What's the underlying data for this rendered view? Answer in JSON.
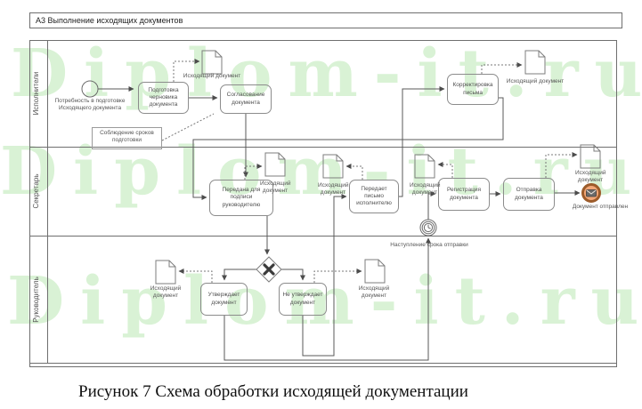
{
  "watermark": {
    "text": "Diplom-it.ru"
  },
  "diagram": {
    "title": "А3 Выполнение исходящих документов",
    "lanes": [
      {
        "label": "Исполнители"
      },
      {
        "label": "Секретарь"
      },
      {
        "label": "Руководитель"
      }
    ],
    "start_event_label": "Потребность в подготовке Исходящего документа",
    "tasks": [
      {
        "label": "Подготовка черновика документа"
      },
      {
        "label": "Согласование документа"
      },
      {
        "label": "Корректировка письма"
      },
      {
        "label": "Передана для подписи руководителю"
      },
      {
        "label": "Передает письмо исполнителю"
      },
      {
        "label": "Регистрация документа"
      },
      {
        "label": "Отправка документа"
      },
      {
        "label": "Утверждает документ"
      },
      {
        "label": "Не утверждает документ"
      }
    ],
    "data_object_label": "Исходящий документ",
    "annotation_label": "Соблюдение сроков подготовки",
    "timer_event_label": "Наступление срока отправки",
    "end_event_label": "Документ отправлен",
    "colors": {
      "watermark": "#d7f2d3",
      "line": "#5a5a5a",
      "box_border": "#8c8c8c",
      "end_event_fill": "#f2a778",
      "end_event_border": "#9c5b2a"
    }
  },
  "caption": "Рисунок 7 Схема обработки исходящей документации"
}
